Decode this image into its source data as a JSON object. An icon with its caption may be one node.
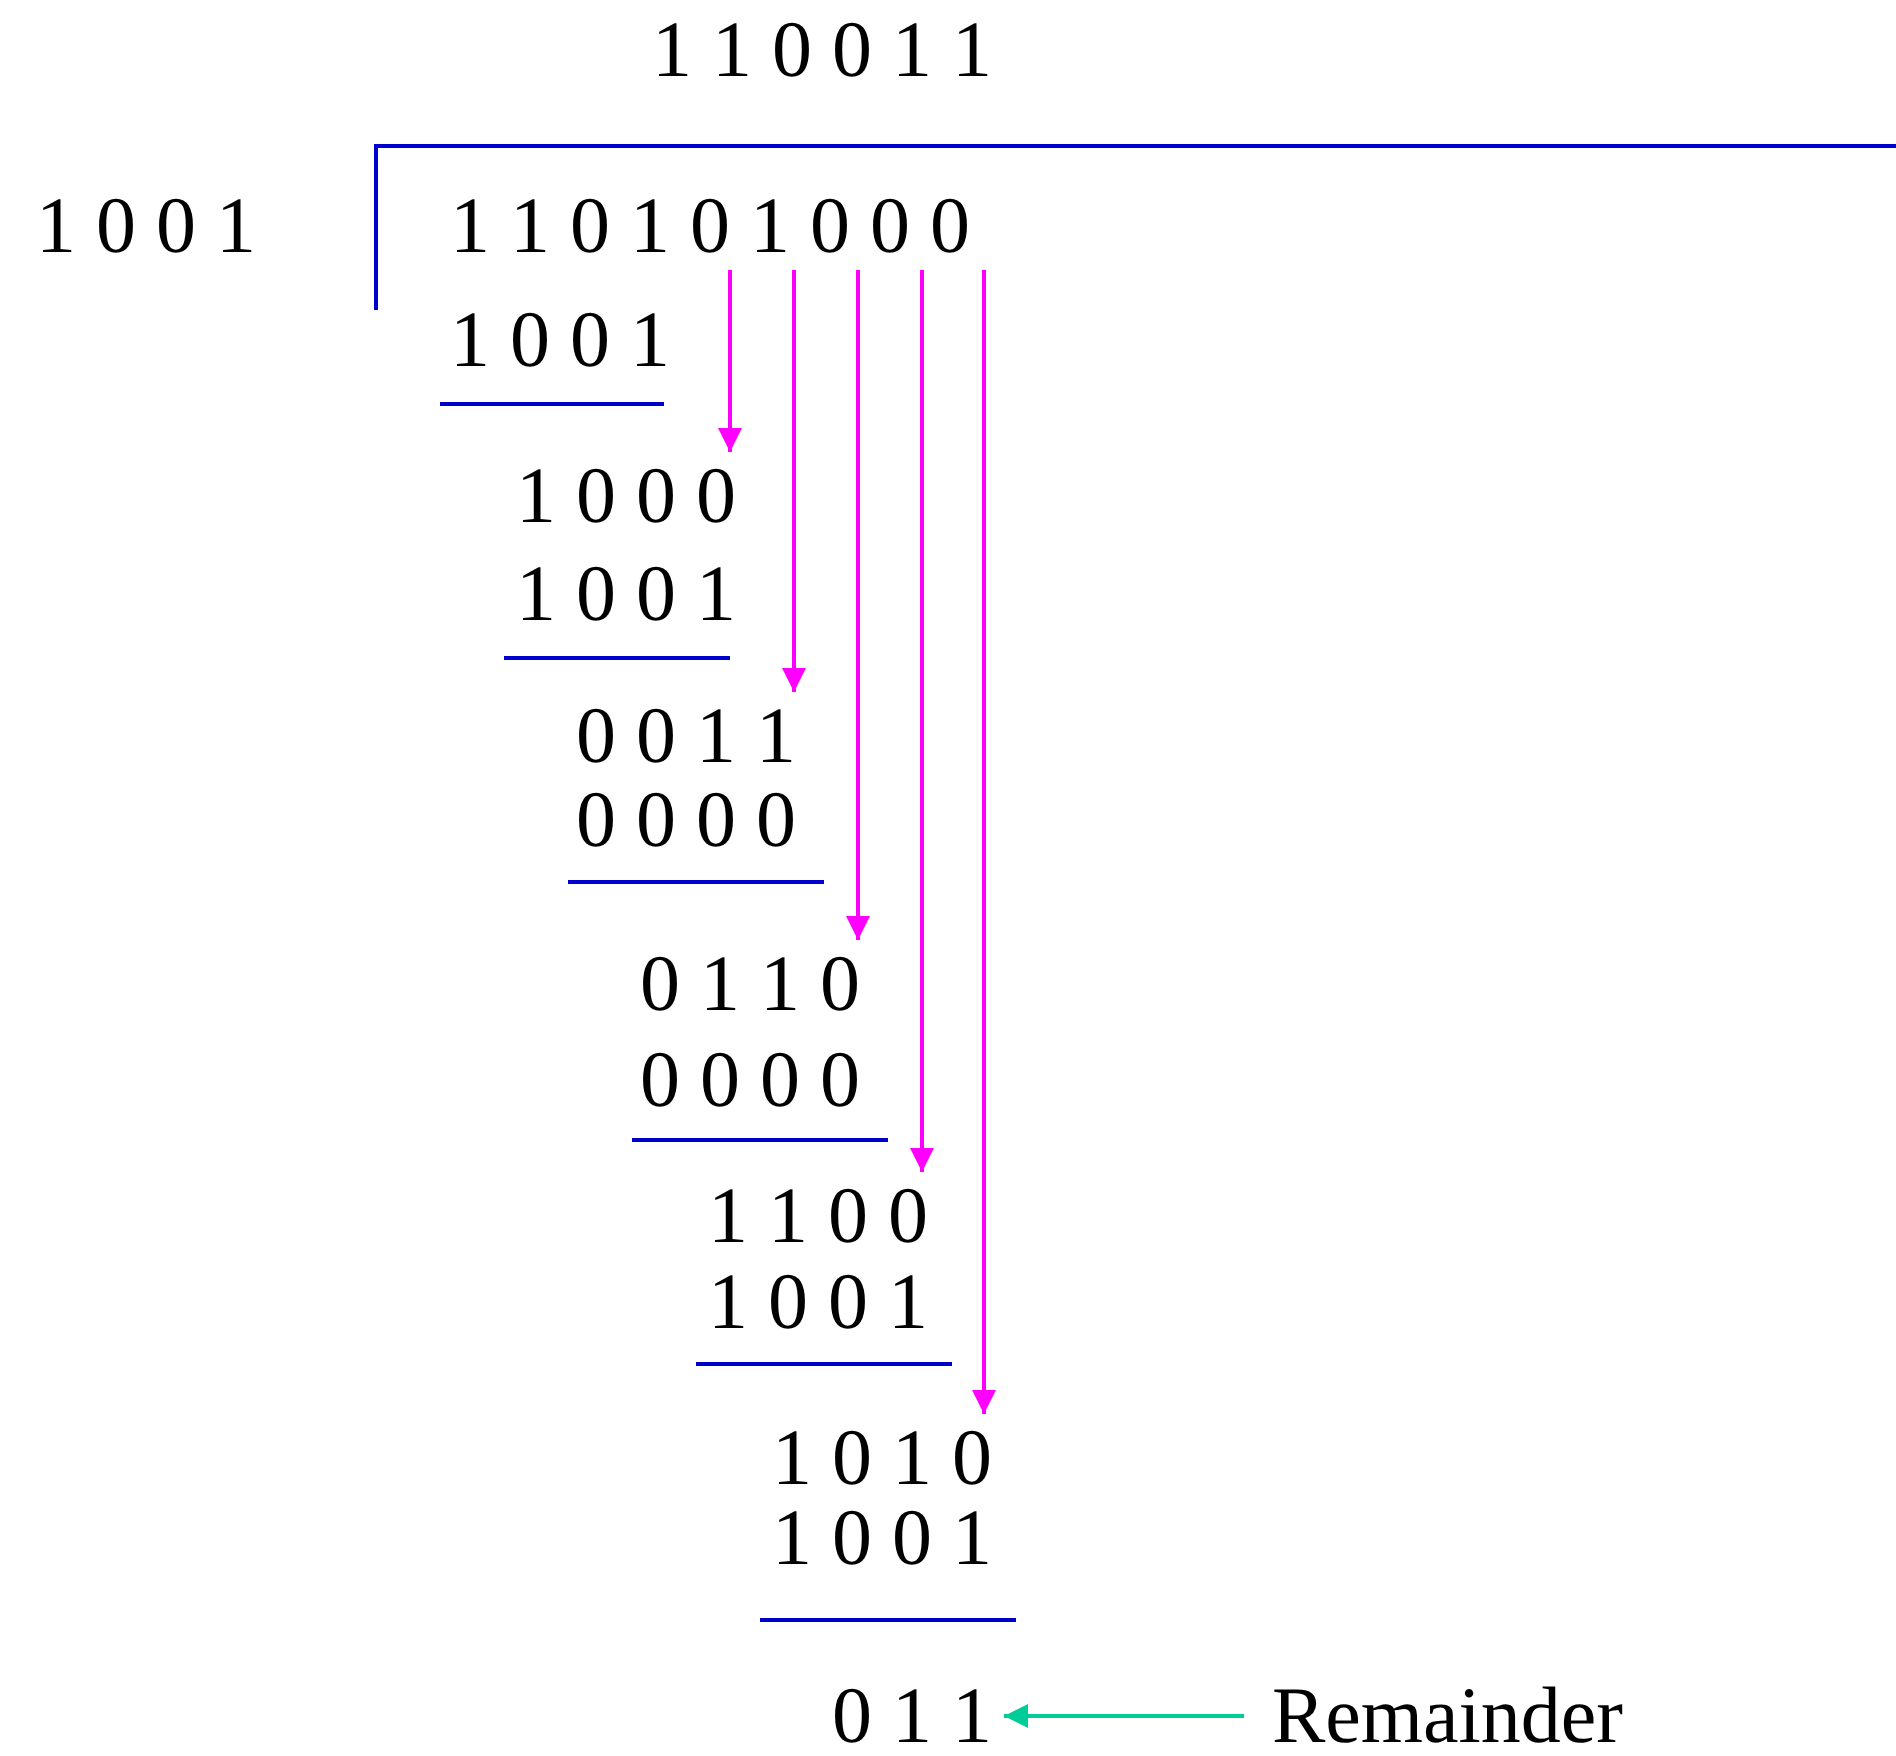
{
  "diagram": {
    "nodes": [
      {
        "text": [
          "1 1 0 1 0 1 0 0 0"
        ]
      },
      {
        "text": [
          "1 0 0 0"
        ]
      },
      {
        "text": [
          "0 0 1 1"
        ]
      },
      {
        "text": [
          "0 1 1 0"
        ]
      },
      {
        "text": [
          "1 1 0 0"
        ]
      },
      {
        "text": [
          "1 0 1 0"
        ]
      },
      {
        "text": [
          "0 1 1"
        ]
      },
      {
        "text": [
          "Remainder"
        ]
      }
    ],
    "edges": [
      {
        "from": 0,
        "to": 1,
        "arrow": "to"
      },
      {
        "from": 0,
        "to": 2,
        "arrow": "to"
      },
      {
        "from": 0,
        "to": 3,
        "arrow": "to"
      },
      {
        "from": 0,
        "to": 4,
        "arrow": "to"
      },
      {
        "from": 0,
        "to": 5,
        "arrow": "to"
      },
      {
        "from": 7,
        "to": 6,
        "arrow": "to",
        "color": "#00cc99"
      }
    ],
    "labels": [
      "1 1 0 0 1 1",
      "1 0 0 1",
      "1 0 0 1",
      "1 0 0 1",
      "0 0 0 0",
      "0 0 0 0",
      "1 0 0 1",
      "1 0 0 1"
    ]
  }
}
